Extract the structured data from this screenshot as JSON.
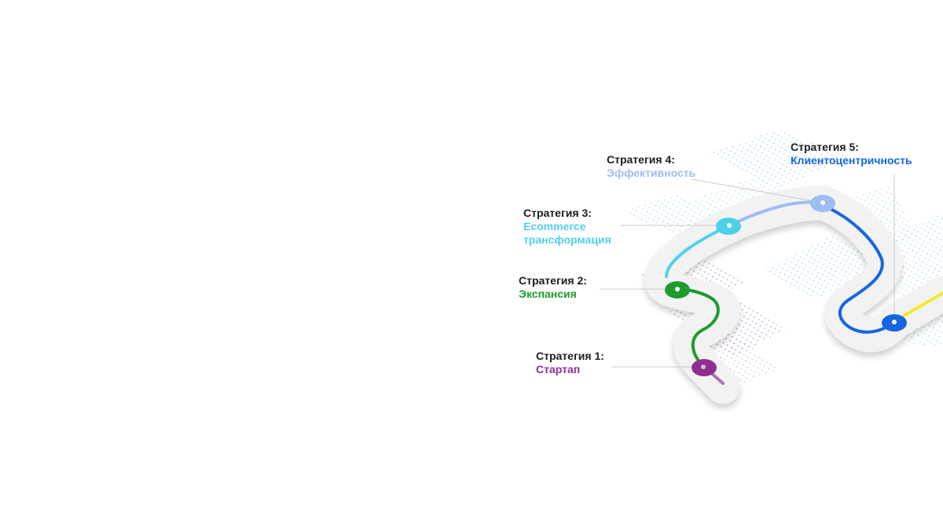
{
  "colors": {
    "startup": "#8e2f8e",
    "expansion": "#1f9a2c",
    "ecommerce": "#4fd0ea",
    "efficiency": "#9dbcf3",
    "client": "#1566e0",
    "next": "#f0ea2a",
    "road": "#f2f2f3",
    "dots_purple": "#b587c4",
    "dots_blue": "#8fc6e6"
  },
  "strategies": [
    {
      "title": "Стратегия 1:",
      "name": "Стартап",
      "color": "#8e2f8e",
      "icon": "milestone-node"
    },
    {
      "title": "Стратегия 2:",
      "name": "Экспансия",
      "color": "#1f9a2c",
      "icon": "milestone-node"
    },
    {
      "title": "Стратегия 3:",
      "name_lines": [
        "Ecommerce",
        "трансформация"
      ],
      "color": "#4fd0ea",
      "icon": "milestone-node"
    },
    {
      "title": "Стратегия 4:",
      "name": "Эффективность",
      "color": "#9dbcf3",
      "icon": "milestone-node"
    },
    {
      "title": "Стратегия 5:",
      "name": "Клиентоцентричность",
      "color": "#1566e0",
      "icon": "milestone-node"
    }
  ]
}
